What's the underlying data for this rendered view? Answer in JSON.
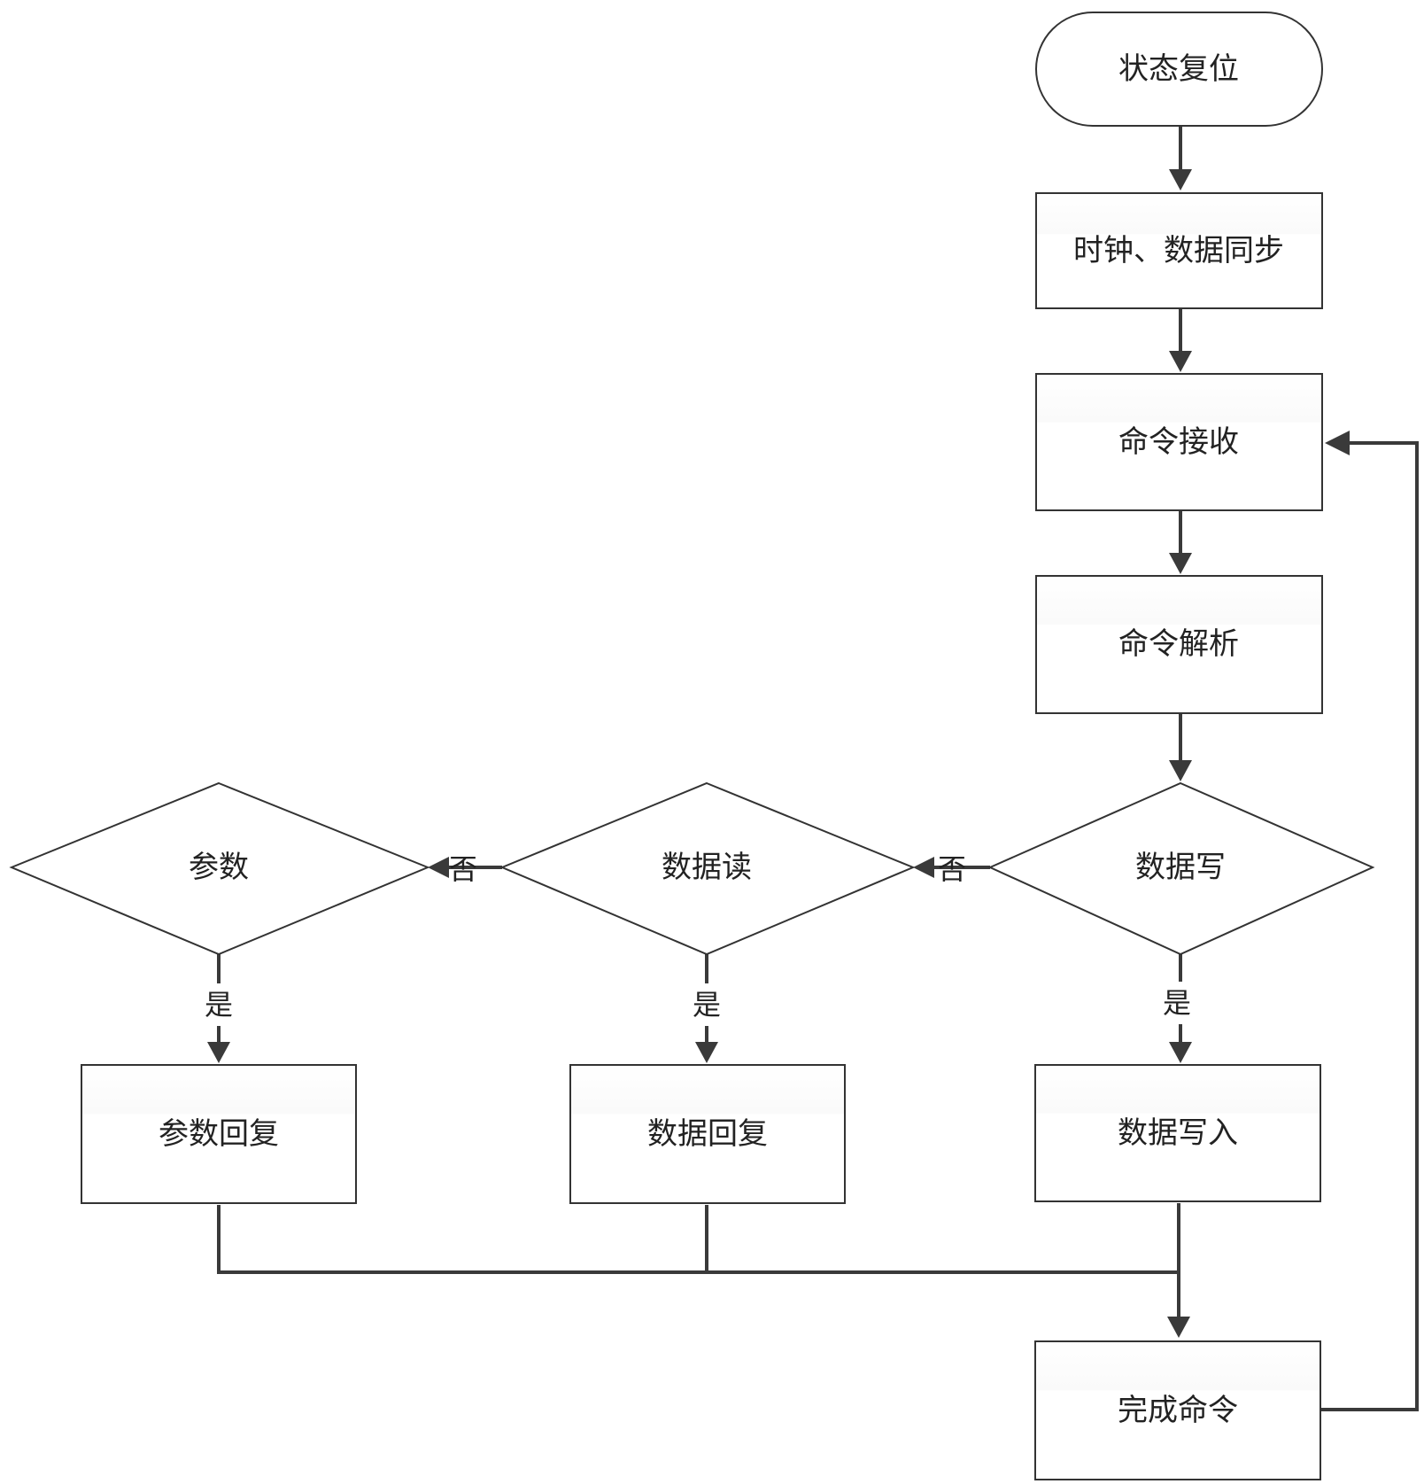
{
  "diagram": {
    "nodes": {
      "reset": "状态复位",
      "sync": "时钟、数据同步",
      "recv": "命令接收",
      "parse": "命令解析",
      "write_check": "数据写",
      "read_check": "数据读",
      "param_check": "参数",
      "param_reply": "参数回复",
      "data_reply": "数据回复",
      "data_write": "数据写入",
      "done": "完成命令"
    },
    "labels": {
      "no_write": "否",
      "no_read": "否",
      "yes_param": "是",
      "yes_read": "是",
      "yes_write": "是"
    }
  }
}
